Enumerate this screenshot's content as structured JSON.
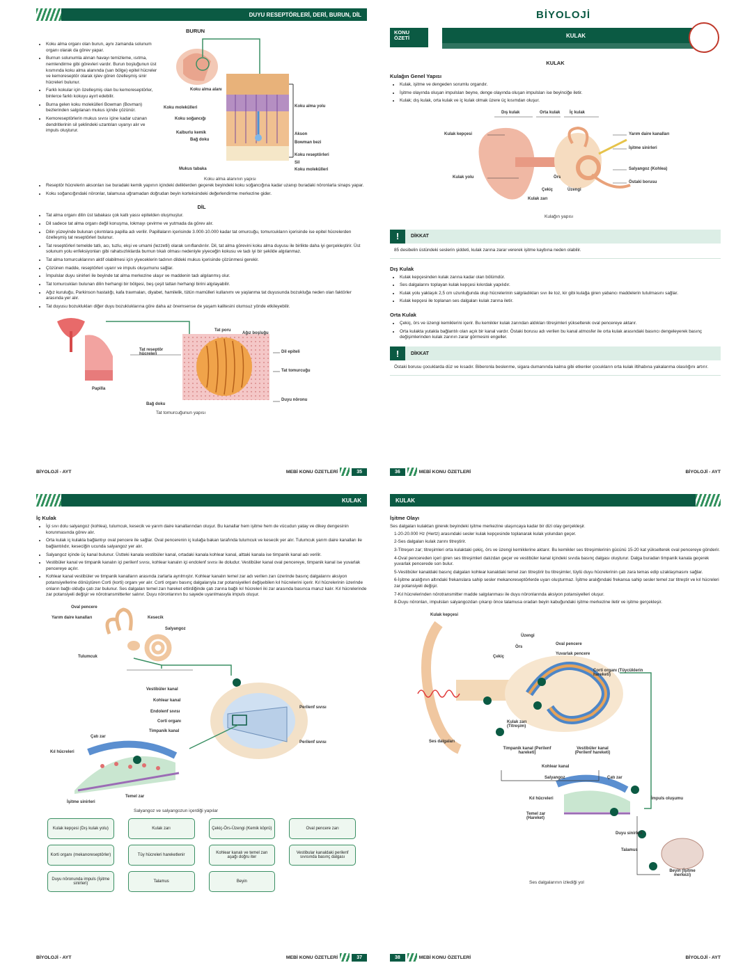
{
  "p35": {
    "header": "DUYU RESEPTÖRLERİ, DERİ, BURUN, DİL",
    "nose_title": "BURUN",
    "nose_items": [
      "Koku alma organı olan burun, aynı zamanda solunum organı olarak da görev yapar.",
      "Burnun solunumla alınan havayı temizleme, ısıtma, nemlendirme gibi görevleri vardır. Burun boşluğunun üst kısmında koku alma alanında (sarı bölge) epitel hücreler ve kemoreseptör olarak işlev gören özelleşmiş sinir hücreleri bulunur.",
      "Farklı kokular için özelleşmiş olan bu kemoreseptörler, binlerce farklı kokuyu ayırt edebilir.",
      "Burna gelen koku molekülleri Bowman (Bovman) bezlerinden salgılanan mukus içinde çözünür.",
      "Kemoreseptörlerin mukus sıvısı içine kadar uzanan dendritlerinin sil şeklindeki uzantıları uyarıyı alır ve impuls oluşturur.",
      "Reseptör hücrelerin aksonları ise buradaki kemik yapının içindeki deliklerden geçerek beyindeki koku soğancığına kadar uzanıp buradaki nöronlarla sinaps yapar.",
      "Koku soğancığındaki nöronlar, talamusa uğramadan doğrudan beyin korteksindeki değerlendirme merkezine gider."
    ],
    "nose_fig_labels": [
      "Koku alma alanı",
      "Koku molekülleri",
      "Koku soğancığı",
      "Kalburlu kemik",
      "Bağ doku",
      "Mukus tabaka",
      "Koku alma yolu",
      "Akson",
      "Bowman bezi",
      "Koku reseptörleri",
      "Sil",
      "Koku molekülleri"
    ],
    "nose_caption": "Koku alma alanının yapısı",
    "tongue_title": "DİL",
    "tongue_items": [
      "Tat alma organı dilin üst tabakası çok katlı yassı epitelden oluşmuştur.",
      "Dil sadece tat alma organı değil konuşma, lokmayı çevirme ve yutmada da görev alır.",
      "Dilin yüzeyinde bulunan çıkıntılara papilla adı verilir. Papillaların içerisinde 3.000-10.000 kadar tat omurcuğu, tomurcukların içerisinde ise epitel hücrelerden özelleşmiş tat reseptörleri bulunur.",
      "Tat reseptörleri temelde tatlı, acı, tuzlu, ekşi ve umami (lezzetli) olarak sınıflandırılır. Dil, tat alma görevini koku alma duyusu ile birlikte daha iyi gerçekleştirir. Üst solunum yolu enfeksiyonları gibi rahatsızlıklarda burnun tıkalı olması nedeniyle yiyeceğin kokusu ve tadı iyi bir şekilde algılanmaz.",
      "Tat alma tomurcuklarının aktif olabilmesi için yiyeceklerin tadının dildeki mukus içerisinde çözünmesi gerekir.",
      "Çözünen madde, reseptörleri uyarır ve impuls oluşumunu sağlar.",
      "İmpulslar duyu sinirleri ile beyinde tat alma merkezine ulaşır ve maddenin tadı algılanmış olur.",
      "Tat tomurcukları bulunan dilin herhangi bir bölgesi, beş çeşit tattan herhangi birini algılayabilir.",
      "Ağız kuruluğu, Parkinson hastalığı, kafa travmaları, diyabet, hamilelik, tütün mamülleri kullanımı ve yaşlanma tat duyusunda bozukluğa neden olan faktörler arasında yer alır.",
      "Tat duyusu bozuklukları diğer duyu bozukluklarına göre daha az önemsense de yaşam kalitesini olumsuz yönde etkileyebilir."
    ],
    "tongue_fig_labels": [
      "Tat poru",
      "Ağız boşluğu",
      "Tat reseptör hücreleri",
      "Dil epiteli",
      "Tat tomurcuğu",
      "Papilla",
      "Duyu nöronu",
      "Bağ doku"
    ],
    "tongue_caption": "Tat tomurcuğunun yapısı",
    "footer_left": "BİYOLOJİ - AYT",
    "footer_right": "MEBİ KONU ÖZETLERİ",
    "page_no": "35"
  },
  "p36": {
    "brand": "BİYOLOJİ",
    "konu": "KONU ÖZETİ",
    "banner": "KULAK",
    "title": "KULAK",
    "general_title": "Kulağın Genel Yapısı",
    "general_items": [
      "Kulak, işitme ve dengeden sorumlu organdır.",
      "İşitme olayında oluşan impulsları beyne, denge olayında oluşan impulsları ise beyinciğe iletir.",
      "Kulak; dış kulak, orta kulak ve iç kulak olmak üzere üç kısımdan oluşur."
    ],
    "ear_labels": [
      "Dış kulak",
      "Orta kulak",
      "İç kulak",
      "Kulak kepçesi",
      "Yarım daire kanalları",
      "İşitme sinirleri",
      "Salyangoz (Kohlea)",
      "Östaki borusu",
      "Kulak yolu",
      "Örs",
      "Çekiç",
      "Üzengi",
      "Kulak zarı"
    ],
    "ear_caption": "Kulağın yapısı",
    "attn_title": "DİKKAT",
    "attn1": "85 desibelin üstündeki seslerin şiddeti, kulak zarına zarar vererek işitme kaybına neden olabilir.",
    "outer_title": "Dış Kulak",
    "outer_items": [
      "Kulak kepçesinden kulak zarına kadar olan bölümdür.",
      "Ses dalgalarını toplayan kulak kepçesi kıkırdak yapılıdır.",
      "Kulak yolu yaklaşık 2,5 cm uzunluğunda olup hücrelerinin salgıladıkları sıvı ile toz, kir gibi kulağa giren yabancı maddelerin tutulmasını sağlar.",
      "Kulak kepçesi ile toplanan ses dalgaları kulak zarına iletir."
    ],
    "middle_title": "Orta Kulak",
    "middle_items": [
      "Çekiç, örs ve üzengi kemiklerini içerir. Bu kemikler kulak zarından aldıkları titreşimleri yükselterek oval pencereye aktarır.",
      "Orta kulakta yutakla bağlantılı olan açık bir kanal vardır. Östaki borusu adı verilen bu kanal atmosfer ile orta kulak arasındaki basıncı dengeleyerek basınç değişimlerinden kulak zarının zarar görmesini engeller."
    ],
    "attn2": "Östaki borusu çocuklarda düz ve kısadır. Biberonla beslenme, sigara dumanında kalma gibi etkenler çocukların orta kulak iltihabına yakalanma olasılığını artırır.",
    "footer_left": "MEBİ KONU ÖZETLERİ",
    "footer_right": "BİYOLOJİ - AYT",
    "page_no": "36"
  },
  "p37": {
    "header": "KULAK",
    "inner_title": "İç Kulak",
    "inner_items": [
      "İçi sıvı dolu salyangoz (kohlea), tulumcuk, kesecik ve yarım daire kanallarından oluşur. Bu kanallar hem işitme hem de vücudun yatay ve dikey dengesinin korunmasında görev alır.",
      "Orta kulak iç kulakla bağlantıyı oval pencere ile sağlar. Oval pencerenin iç kulağa bakan tarafında tulumcuk ve kesecik yer alır. Tulumcuk yarım daire kanalları ile bağlantılıdır, keseciğin ucunda salyangoz yer alır.",
      "Salyangoz içinde üç kanal bulunur. Üstteki kanala vestibüler kanal, ortadaki kanala kohlear kanal, alttaki kanala ise timpanik kanal adı verilir.",
      "Vestibüler kanal ve timpanik kanalın içi perilenf sıvısı, kohlear kanalın içi endolenf sıvısı ile doludur. Vestibüler kanal oval pencereye, timpanik kanal ise yuvarlak pencereye açılır.",
      "Kohlear kanal vestibüler ve timpanik kanalların arasında zarlarla ayrılmıştır. Kohlear kanalın temel zar adı verilen zarı üzerinde basınç dalgalarını aksiyon potansiyellerine dönüştüren Corti (korti) organı yer alır. Corti organı basınç dalgalarıyla zar potansiyelleri değişebilen kıl hücrelerini içerir. Kıl hücrelerinin üzerinde onların bağlı olduğu çatı zar bulunur. Ses dalgaları temel zarı hareket ettirdiğinde çatı zarına bağlı kıl hücreleri iki zar arasında basınca maruz kalır. Kıl hücrelerinde zar potansiyeli değişir ve nörotransmitterler salınır. Duyu nöronlarının bu sayede uyarılmasıyla impuls oluşur."
    ],
    "fig_labels": [
      "Oval pencere",
      "Yarım daire kanalları",
      "Kesecik",
      "Salyangoz",
      "Tulumcuk",
      "Vestibüler kanal",
      "Kohlear kanal",
      "Endolenf sıvısı",
      "Corti organı",
      "Timpanik kanal",
      "Perilenf sıvısı",
      "Perilenf sıvısı",
      "Çatı zar",
      "Kıl hücreleri",
      "Temel zar",
      "İşitme sinirleri"
    ],
    "fig_caption": "Salyangoz ve salyangozun içerdiği yapılar",
    "flow": [
      "Kulak kepçesi (Dış kulak yolu)",
      "Kulak zarı",
      "Çekiç-Örs-Üzengi (Kemik köprü)",
      "Oval pencere zarı",
      "Korti organı (mekanoreseptörler)",
      "Tüy hücreleri hareketlenir",
      "Kohlear kanalı ve temel zarı aşağı doğru iter",
      "Vestibular kanaldaki perilenf sıvısında basınç dalgası",
      "Duyu nöronunda impuls (İşitme sinirleri)",
      "Talamus",
      "Beyin",
      ""
    ],
    "footer_left": "BİYOLOJİ - AYT",
    "footer_right": "MEBİ KONU ÖZETLERİ",
    "page_no": "37"
  },
  "p38": {
    "header": "KULAK",
    "title": "İşitme Olayı",
    "intro": "Ses dalgaları kulaktan girerek beyindeki işitme merkezine ulaşıncaya kadar bir dizi olay gerçekleşir.",
    "steps": [
      "1-20-20.000 Hz (Hertz) arasındaki sesler kulak kepçesinde toplanarak kulak yolundan geçer.",
      "2-Ses dalgaları kulak zarını titreştirir.",
      "3-Titreşen zar; titreşimleri orta kulaktaki çekiç, örs ve üzengi kemiklerine aktarır. Bu kemikler ses titreşimlerinin gücünü 15-20 kat yükselterek oval pencereye gönderir.",
      "4-Oval pencereden içeri giren ses titreşimleri dalızdan geçer ve vestibüler kanal içindeki sıvıda basınç dalgası oluşturur. Dalga buradan timpanik kanala geçerek yuvarlak pencerede son bulur.",
      "5-Vestibüler kanaldaki basınç dalgaları kohlear kanaldaki temel zarı titreştirir bu titreşimler, tüylü duyu hücrelerinin çatı zara temas edip uzaklaşmasını sağlar.",
      "6-İşitme aralığının altındaki frekanslara sahip sesler mekanoreseptörlerde uyarı oluşturmaz. İşitme aralığındaki frekansa sahip sesler temel zar titreştir ve kıl hücreleri zar potansiyeli değişir.",
      "7-Kıl hücrelerinden nörotransmitter madde salgılanması ile duyu nöronlarında aksiyon potansiyelleri oluşur.",
      "8-Duyu nöronları, impulsları salyangozdan çıkarıp önce talamusa oradan beyin kabuğundaki işitme merkezine iletir ve işitme gerçekleşir."
    ],
    "fig_labels": [
      "Kulak kepçesi",
      "Üzengi",
      "Örs",
      "Çekiç",
      "Oval pencere",
      "Yuvarlak pencere",
      "Corti organı (Tüycüklerin hareketi)",
      "Kulak zarı (Titreşim)",
      "Ses dalgaları",
      "Timpanik kanal (Perilenf hareketi)",
      "Vestibüler kanal (Perilenf hareketi)",
      "Kohlear kanal",
      "Salyangoz",
      "Çatı zar",
      "İmpuls oluşumu",
      "Kıl hücreleri",
      "Temel zar (Hareket)",
      "Duyu sinirleri",
      "Talamus",
      "Beyin (İşitme merkezi)"
    ],
    "caption": "Ses dalgalarının izlediği yol",
    "footer_left": "MEBİ KONU ÖZETLERİ",
    "footer_right": "BİYOLOJİ - AYT",
    "page_no": "38"
  }
}
